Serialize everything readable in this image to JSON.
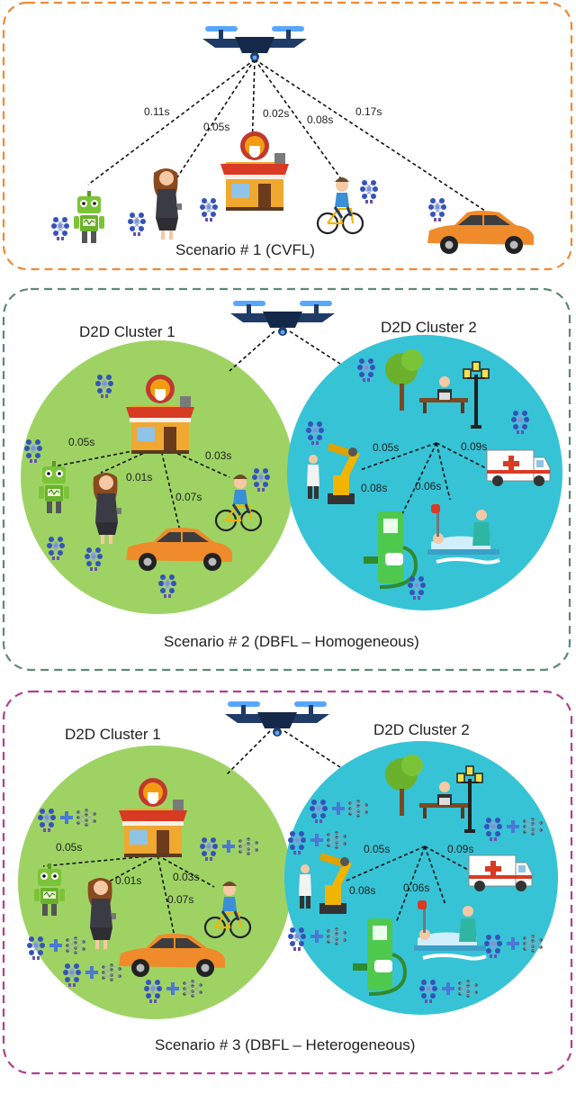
{
  "colors": {
    "scenario1_border": "#f08a35",
    "scenario2_border": "#5c8a73",
    "scenario3_border": "#b0408f",
    "cluster1_fill": "#9ed364",
    "cluster2_fill": "#36c3d6",
    "drone": "#1f3b66",
    "drone_rotor": "#58a7ff",
    "car": "#ef8b2a",
    "shop_roof": "#d93a24",
    "robot": "#7cc437",
    "model_icon": "#3553b8",
    "plus": "#4a78d4"
  },
  "icons": [
    "drone-icon",
    "robot-icon",
    "woman-icon",
    "coffee-shop-icon",
    "cyclist-icon",
    "car-icon",
    "park-icon",
    "lamp-icon",
    "robot-arm-icon",
    "ev-charger-icon",
    "hospital-icon",
    "ambulance-icon",
    "neural-model-icon",
    "plus-icon",
    "network-icon"
  ],
  "scenario1": {
    "title": "Scenario # 1 (CVFL)",
    "latencies": [
      "0.11s",
      "0.05s",
      "0.02s",
      "0.08s",
      "0.17s"
    ]
  },
  "scenario2": {
    "title": "Scenario # 2 (DBFL – Homogeneous)",
    "cluster1": {
      "name": "D2D Cluster 1",
      "latencies": [
        "0.05s",
        "0.01s",
        "0.03s",
        "0.07s"
      ]
    },
    "cluster2": {
      "name": "D2D Cluster 2",
      "latencies": [
        "0.05s",
        "0.09s",
        "0.08s",
        "0.06s"
      ]
    }
  },
  "scenario3": {
    "title": "Scenario # 3 (DBFL – Heterogeneous)",
    "cluster1": {
      "name": "D2D Cluster 1",
      "latencies": [
        "0.05s",
        "0.01s",
        "0.03s",
        "0.07s"
      ]
    },
    "cluster2": {
      "name": "D2D Cluster 2",
      "latencies": [
        "0.05s",
        "0.09s",
        "0.08s",
        "0.06s"
      ]
    }
  }
}
